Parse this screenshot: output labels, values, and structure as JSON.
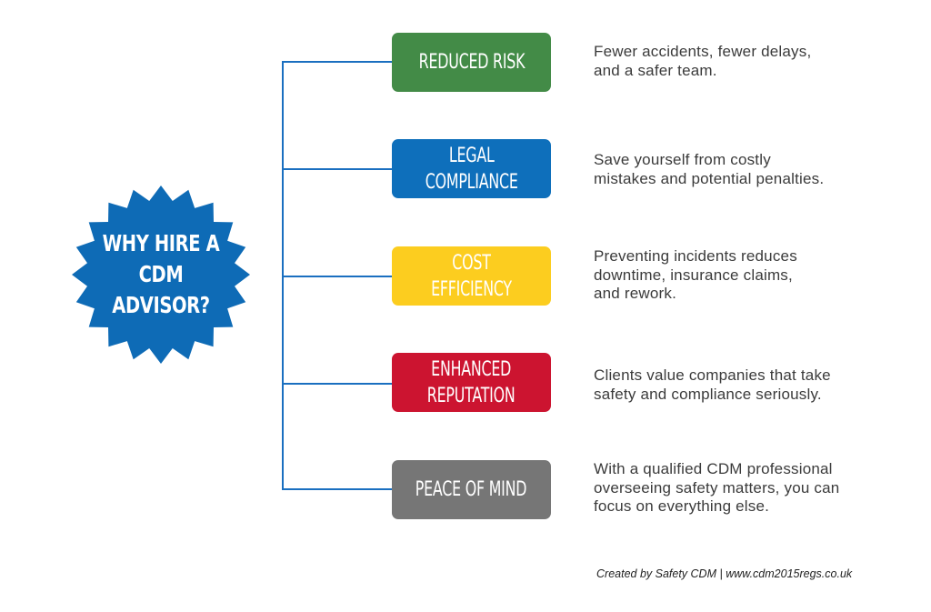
{
  "diagram": {
    "title": "WHY HIRE A\nCDM\nADVISOR?",
    "connector_color": "#1a6fc0",
    "title_color": "#0e6bb6",
    "benefits": [
      {
        "label": "REDUCED RISK",
        "color": "#438b47",
        "description": "Fewer accidents, fewer delays,\nand a safer team."
      },
      {
        "label": "LEGAL\nCOMPLIANCE",
        "color": "#0e6fbb",
        "description": "Save yourself from costly\nmistakes and potential penalties."
      },
      {
        "label": "COST EFFICIENCY",
        "color": "#fccd1f",
        "description": "Preventing incidents reduces\ndowntime, insurance claims,\nand rework."
      },
      {
        "label": "ENHANCED\nREPUTATION",
        "color": "#cc1430",
        "description": "Clients value companies that take\nsafety and compliance seriously."
      },
      {
        "label": "PEACE OF MIND",
        "color": "#767676",
        "description": "With a qualified CDM professional\noverseeing safety matters, you can\nfocus on everything else."
      }
    ]
  },
  "footer": {
    "credit": "Created by Safety CDM | www.cdm2015regs.co.uk"
  }
}
